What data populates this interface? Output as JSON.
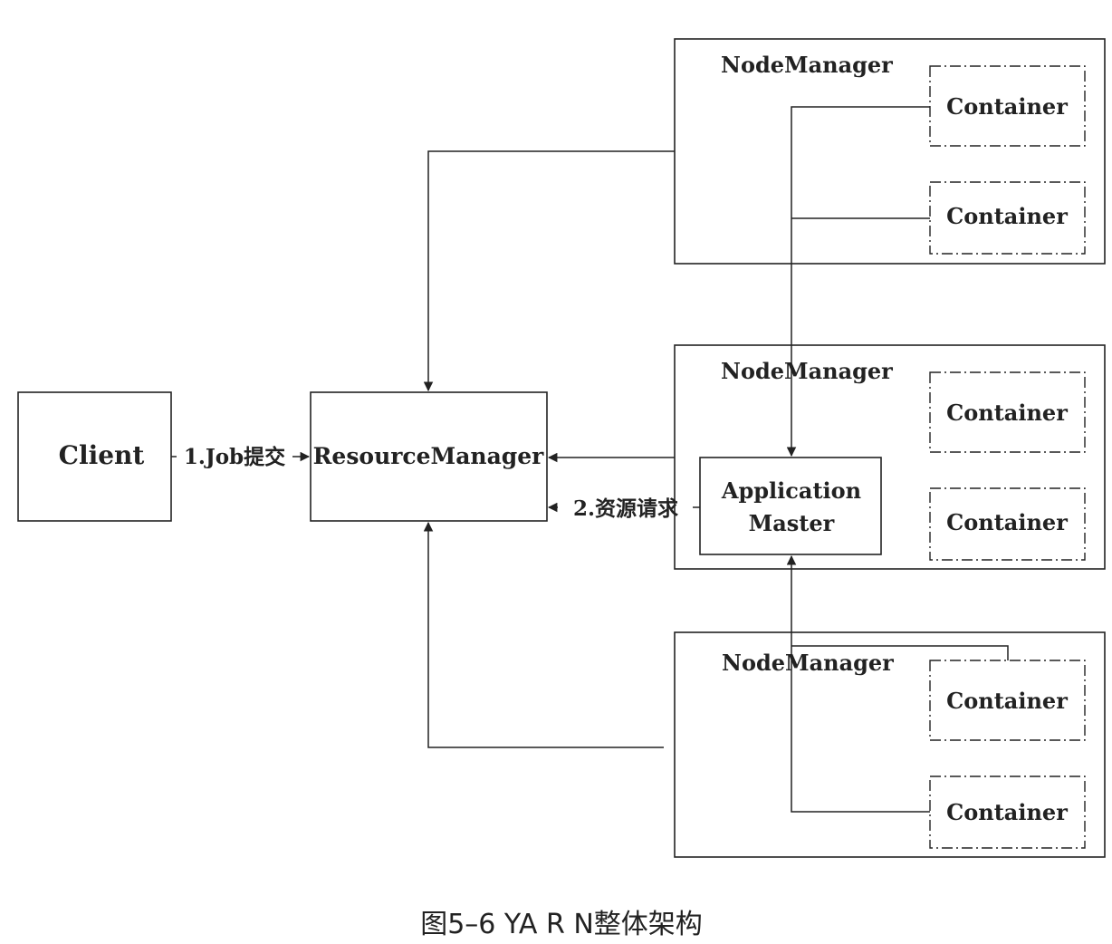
{
  "nodes": {
    "client": "Client",
    "resource_manager": "ResourceManager",
    "node_manager_1": "NodeManager",
    "node_manager_2": "NodeManager",
    "node_manager_3": "NodeManager",
    "application_master": [
      "Application",
      "Master"
    ],
    "containers": [
      "Container",
      "Container",
      "Container",
      "Container",
      "Container",
      "Container"
    ]
  },
  "edges": {
    "job_submit": "1.Job提交",
    "resource_request": "2.资源请求"
  },
  "caption": "图5–6 YA R N整体架构",
  "colors": {
    "line": "#222222",
    "background": "#ffffff"
  }
}
